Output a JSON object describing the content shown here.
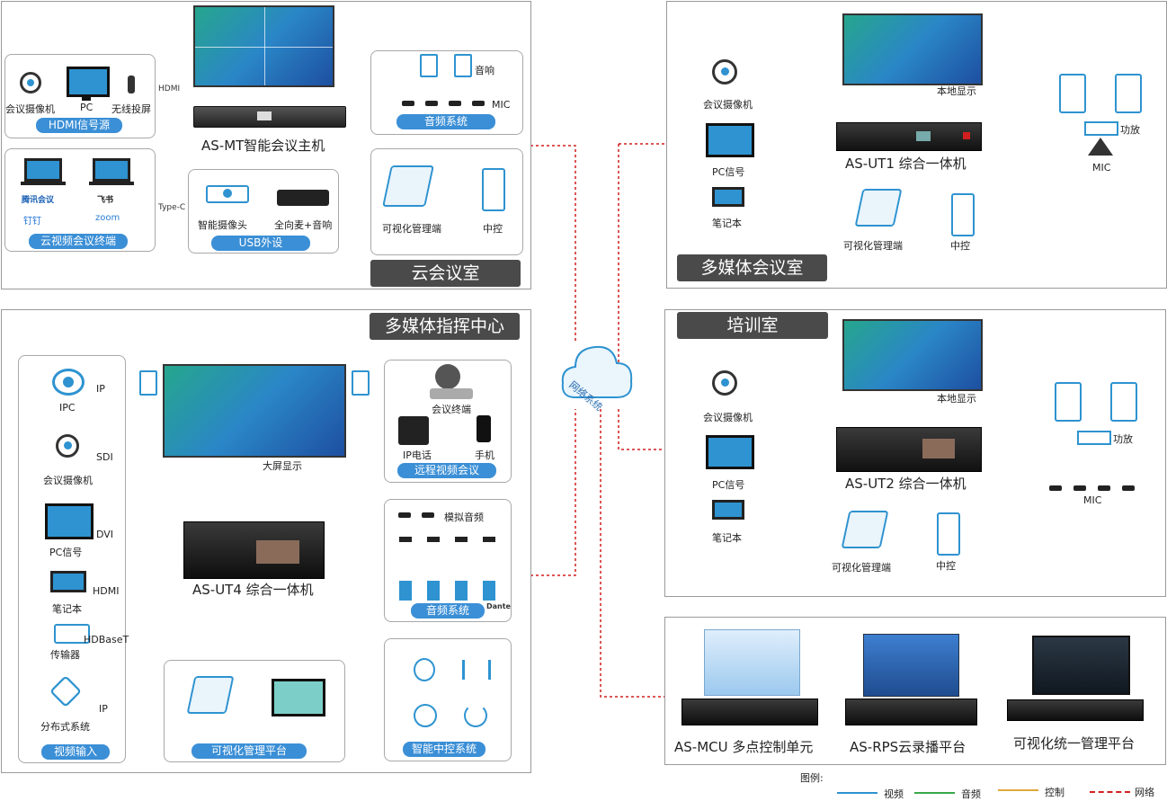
{
  "colors": {
    "video": "#2e93d0",
    "audio": "#3aa84a",
    "control": "#e0a83a",
    "network": "#d11f1f",
    "label_bg": "#4a4a4a",
    "pill": "#3b8fd6"
  },
  "cloud": {
    "title": "云会议室",
    "hdmi_source": {
      "label": "HDMI信号源",
      "items": [
        "会议摄像机",
        "PC",
        "无线投屏"
      ]
    },
    "vc_terminal": {
      "label": "云视频会议终端",
      "items": [
        "腾讯会议",
        "飞书",
        "钉钉",
        "zoom"
      ]
    },
    "link_hdmi": "HDMI",
    "link_typec": "Type-C",
    "host": "AS-MT智能会议主机",
    "usb": {
      "label": "USB外设",
      "items": [
        "智能摄像头",
        "全向麦+音响"
      ]
    },
    "audio": {
      "label": "音频系统",
      "speaker": "音响",
      "mic": "MIC"
    },
    "mgmt": {
      "mgmt": "可视化管理端",
      "ctrl": "中控"
    }
  },
  "multimedia_room": {
    "title": "多媒体会议室",
    "camera": "会议摄像机",
    "pc": "PC信号",
    "laptop": "笔记本",
    "host": "AS-UT1 综合一体机",
    "display": "本地显示",
    "amp": "功放",
    "mic": "MIC",
    "mgmt": "可视化管理端",
    "ctrl": "中控"
  },
  "training": {
    "title": "培训室",
    "camera": "会议摄像机",
    "pc": "PC信号",
    "laptop": "笔记本",
    "host": "AS-UT2 综合一体机",
    "display": "本地显示",
    "amp": "功放",
    "mic": "MIC",
    "mgmt": "可视化管理端",
    "ctrl": "中控"
  },
  "command": {
    "title": "多媒体指挥中心",
    "inputs": {
      "label": "视频输入",
      "items": [
        {
          "name": "IPC",
          "link": "IP"
        },
        {
          "name": "会议摄像机",
          "link": "SDI"
        },
        {
          "name": "PC信号",
          "link": "DVI"
        },
        {
          "name": "笔记本",
          "link": "HDMI"
        },
        {
          "name": "传输器",
          "link": "HDBaseT"
        },
        {
          "name": "分布式系统",
          "link": "IP"
        }
      ]
    },
    "screen": "大屏显示",
    "host": "AS-UT4 综合一体机",
    "remote": {
      "label": "远程视频会议",
      "terminal": "会议终端",
      "phone": "IP电话",
      "mobile": "手机"
    },
    "audio": {
      "label": "音频系统",
      "analog": "模拟音频",
      "dante": "Dante"
    },
    "platform": "可视化管理平台",
    "smart": "智能中控系统"
  },
  "network": "网络系统",
  "platforms": [
    "AS-MCU 多点控制单元",
    "AS-RPS云录播平台",
    "可视化统一管理平台"
  ],
  "legend": {
    "title": "图例:",
    "items": [
      "视频",
      "音频",
      "控制",
      "网络"
    ]
  }
}
